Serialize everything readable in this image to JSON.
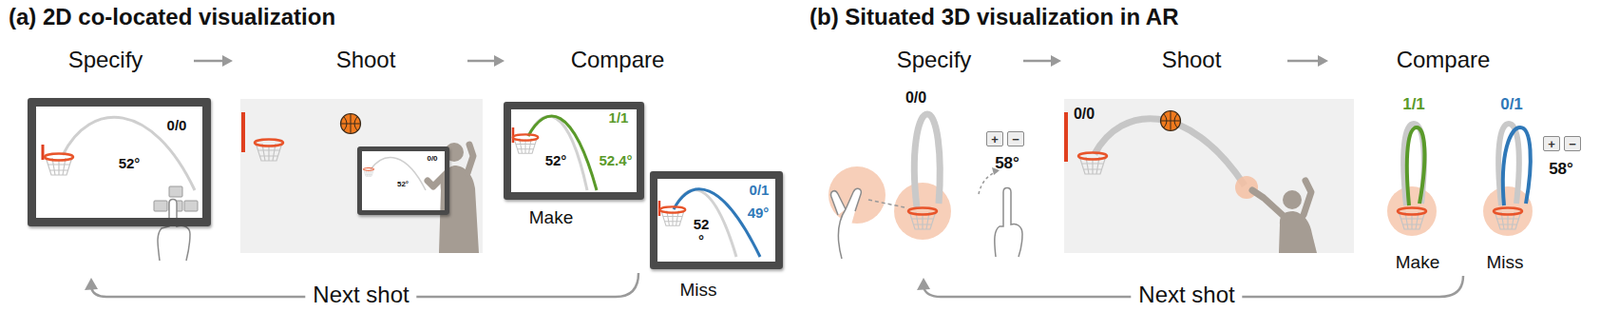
{
  "diagram": {
    "nodes": [
      {
        "text": [
          "0/0",
          "52°"
        ]
      },
      {
        "text": [
          "0/0",
          "52°"
        ]
      },
      {
        "text": [
          "1/1",
          "52°",
          "52.4°"
        ]
      },
      {
        "text": [
          "0/1",
          "52",
          "°",
          "49°"
        ]
      },
      {
        "text": [
          "0/0"
        ]
      },
      {
        "text": [
          "+"
        ]
      },
      {
        "text": [
          "−"
        ]
      },
      {
        "text": [
          "+"
        ]
      },
      {
        "text": [
          "−"
        ]
      }
    ],
    "labels": [
      "(a) 2D co-located visualization",
      "Specify",
      "Shoot",
      "Compare",
      "Make",
      "Miss",
      "Next shot",
      "(b) Situated 3D visualization in AR",
      "Specify",
      "Shoot",
      "Compare",
      "0/0",
      "58°",
      "1/1",
      "0/1",
      "58°",
      "Make",
      "Miss",
      "Next shot"
    ]
  }
}
